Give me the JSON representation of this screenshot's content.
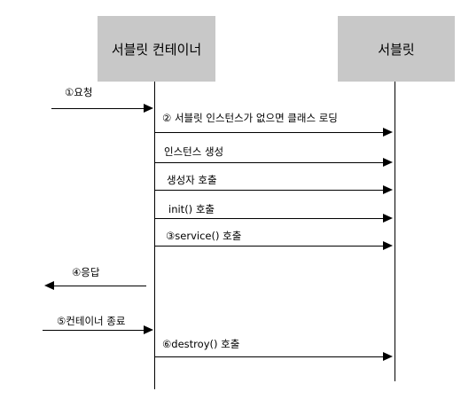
{
  "participants": {
    "container": "서블릿 컨테이너",
    "servlet": "서블릿"
  },
  "messages": [
    {
      "label": "①요청",
      "from": "client",
      "to": "container"
    },
    {
      "label": "② 서블릿 인스턴스가 없으면 클래스 로딩",
      "from": "container",
      "to": "servlet"
    },
    {
      "label": "인스턴스 생성",
      "from": "container",
      "to": "servlet"
    },
    {
      "label": "생성자 호출",
      "from": "container",
      "to": "servlet"
    },
    {
      "label": "init() 호출",
      "from": "container",
      "to": "servlet"
    },
    {
      "label": "③service() 호출",
      "from": "container",
      "to": "servlet"
    },
    {
      "label": "④응답",
      "from": "container",
      "to": "client"
    },
    {
      "label": "⑤컨테이너 종료",
      "from": "client",
      "to": "container"
    },
    {
      "label": "⑥destroy() 호출",
      "from": "container",
      "to": "servlet"
    }
  ]
}
